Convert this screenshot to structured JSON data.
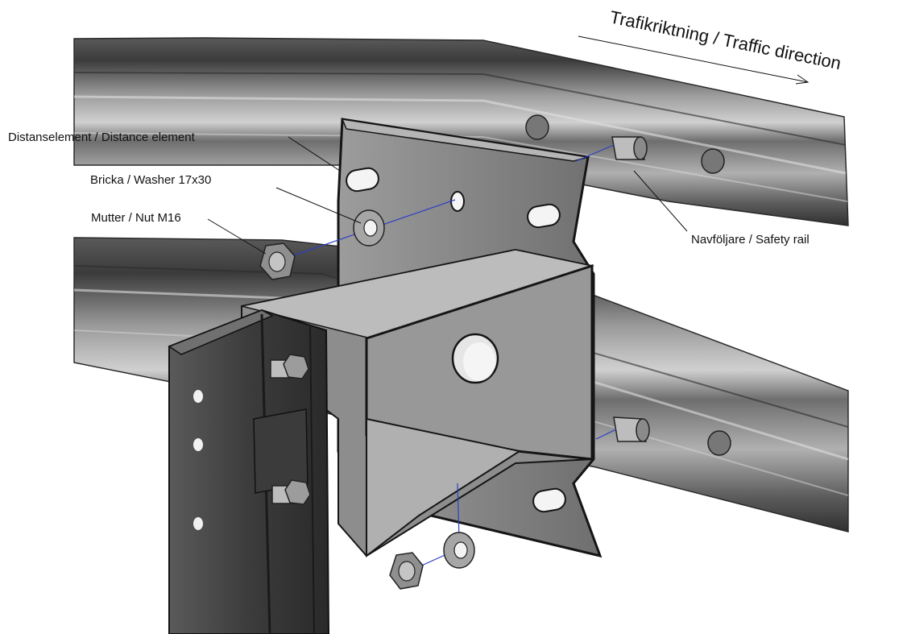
{
  "labels": {
    "traffic_direction": "Trafikriktning / Traffic direction",
    "distance_element": "Distanselement / Distance element",
    "washer": "Bricka / Washer 17x30",
    "nut": "Mutter / Nut M16",
    "safety_rail": "Navföljare / Safety rail"
  },
  "colors": {
    "rail_dark": "#3a3a3a",
    "rail_light": "#b9b9b9",
    "bracket": "#7d7d7d",
    "bracket_light": "#a8a8a8",
    "outline": "#151515",
    "leader_blue": "#2b3fc4"
  }
}
